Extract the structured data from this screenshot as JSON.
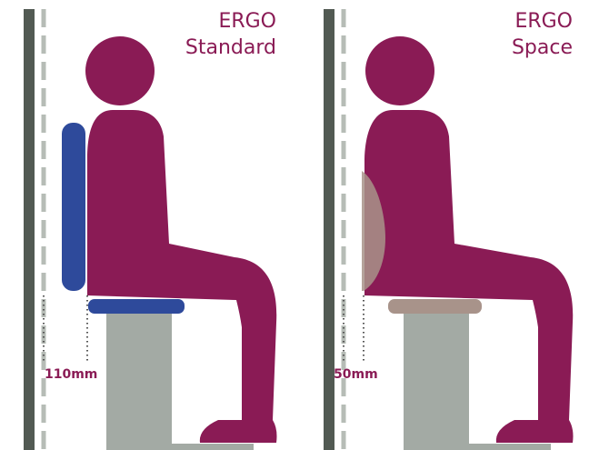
{
  "panels": {
    "left": {
      "brand": "ERGO",
      "model": "Standard",
      "distance_label": "110mm"
    },
    "right": {
      "brand": "ERGO",
      "model": "Space",
      "distance_label": "50mm"
    }
  },
  "colors": {
    "wall": "#525a53",
    "dashed_line": "#b6bcb6",
    "person": "#8a1b55",
    "standard_cushion": "#2e4a9b",
    "space_cushion": "#a8938a",
    "stool": "#a3aaa4",
    "text": "#8a1b55"
  }
}
